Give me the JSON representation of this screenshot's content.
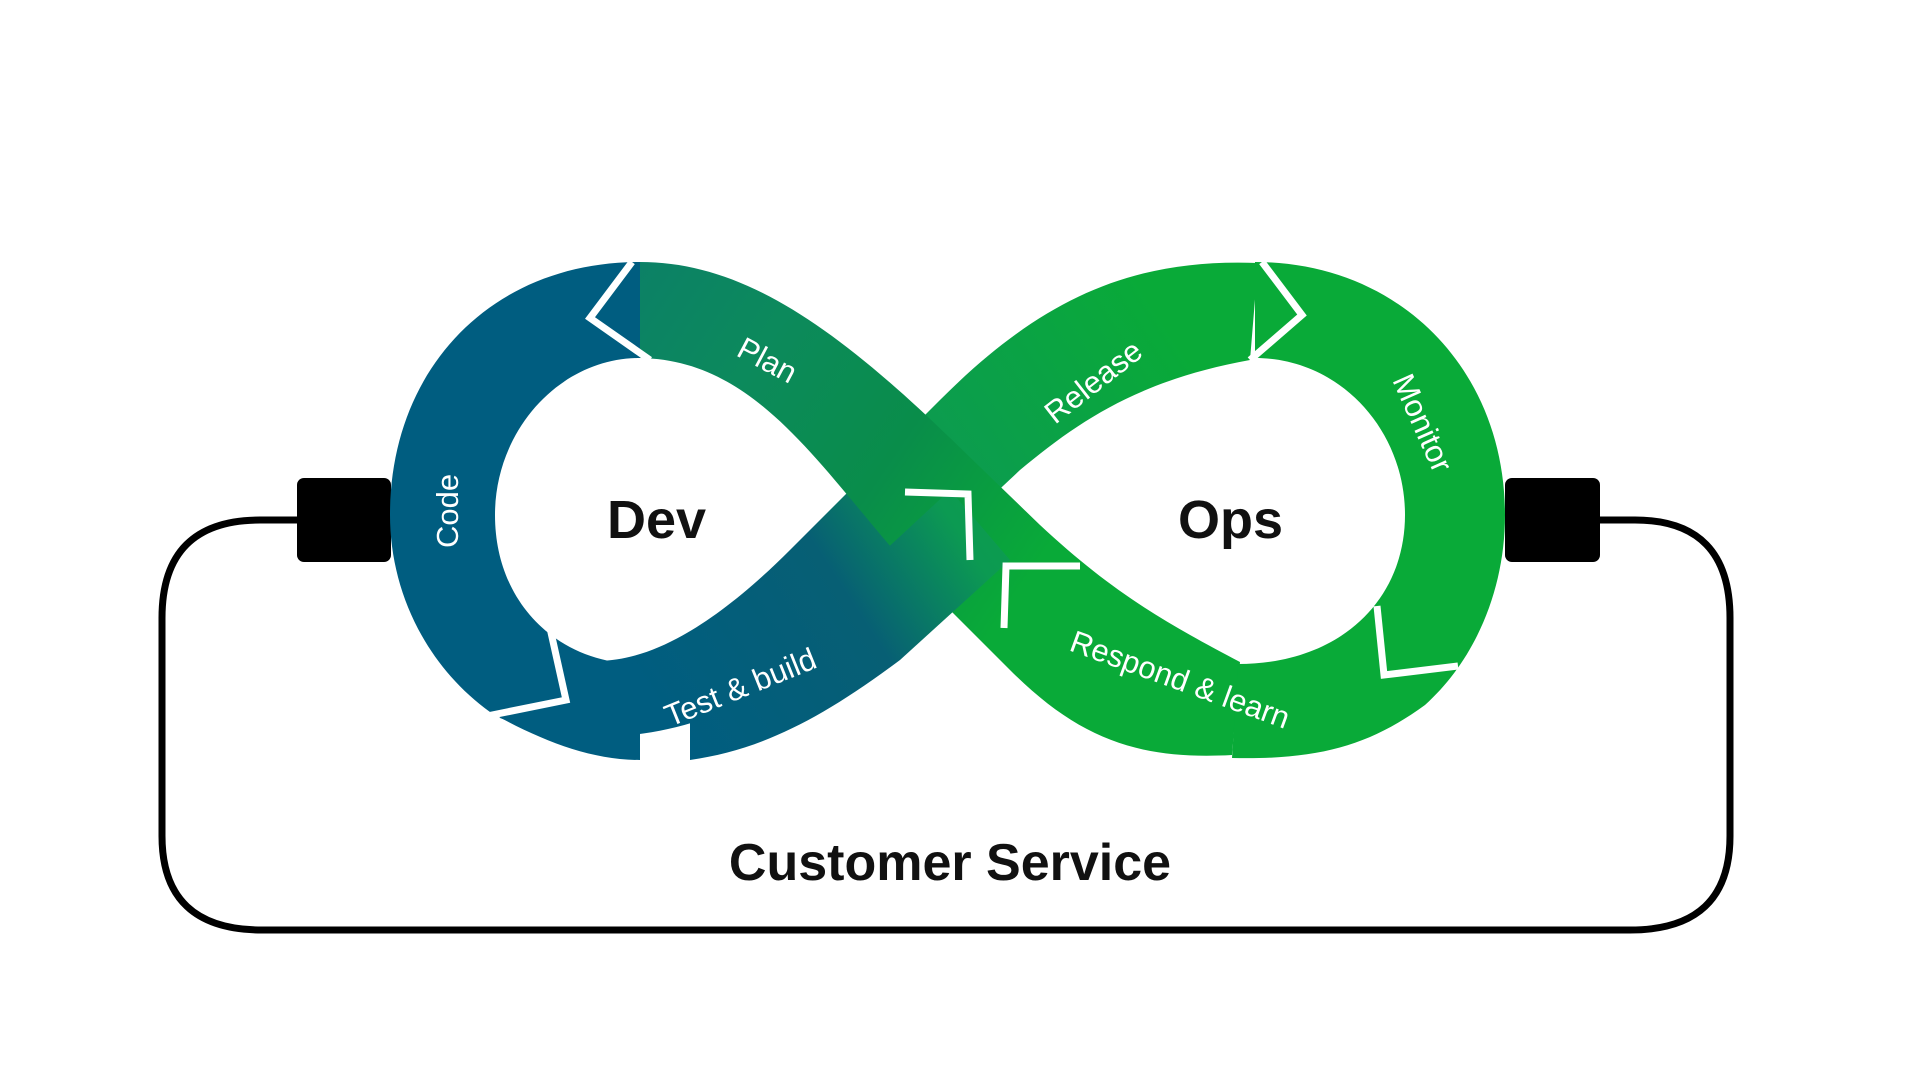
{
  "diagram": {
    "left_loop_label": "Dev",
    "right_loop_label": "Ops",
    "footer_label": "Customer Service",
    "stages": {
      "plan": "Plan",
      "code": "Code",
      "test_build": "Test & build",
      "release": "Release",
      "monitor": "Monitor",
      "respond_learn": "Respond & learn"
    }
  },
  "colors": {
    "dev_blue": "#005d80",
    "dev_teal": "#0a7a6a",
    "ops_green": "#09aa38",
    "connector": "#000000",
    "separator": "#ffffff"
  }
}
